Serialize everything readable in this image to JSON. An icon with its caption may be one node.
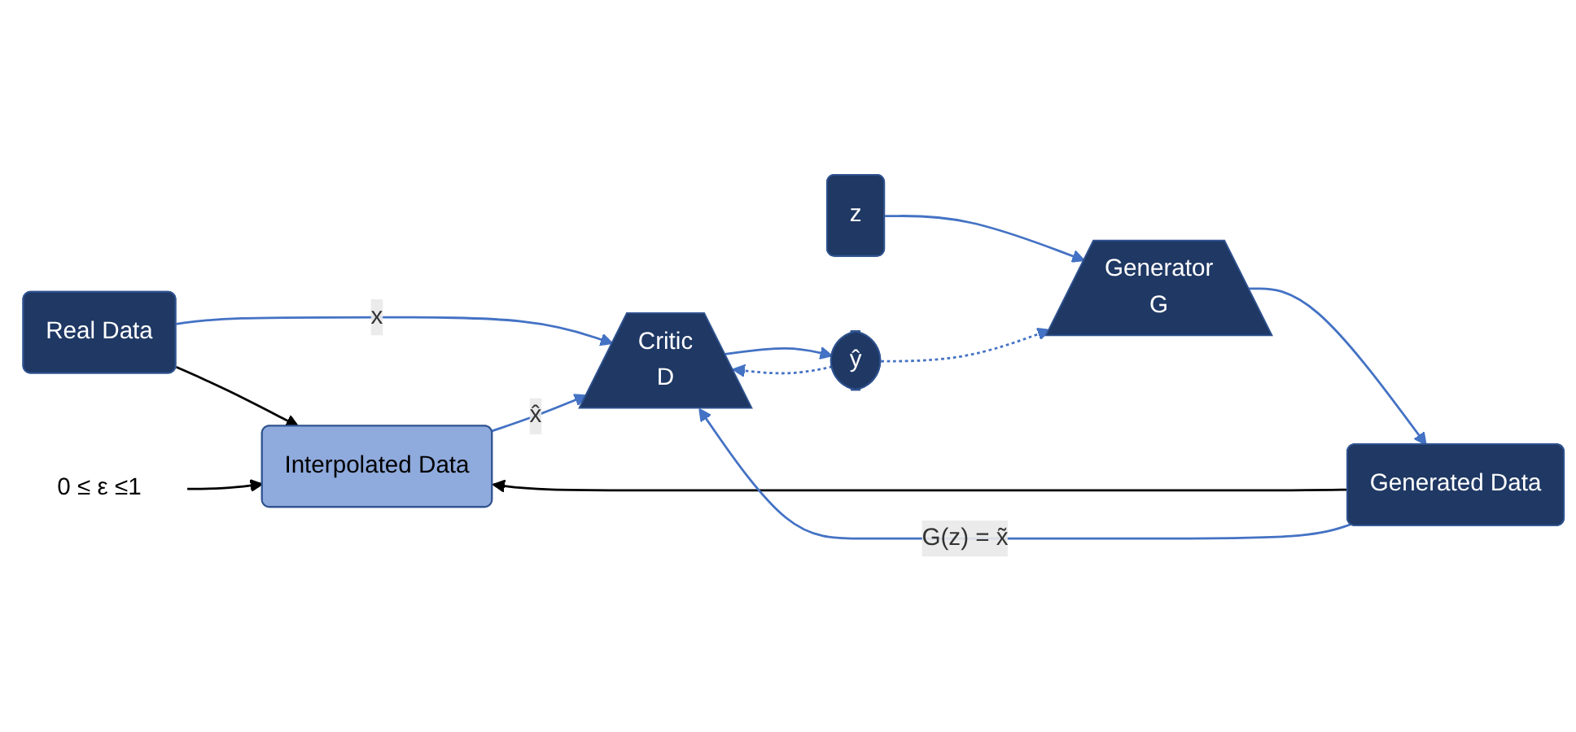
{
  "diagram": {
    "nodes": [
      {
        "text": [
          "Real Data"
        ]
      },
      {
        "text": [
          "0 ≤ ε ≤1"
        ]
      },
      {
        "text": [
          "Interpolated Data"
        ]
      },
      {
        "text": [
          "z"
        ]
      },
      {
        "text": [
          "Generator",
          "G"
        ]
      },
      {
        "text": [
          "Generated Data"
        ]
      },
      {
        "text": [
          "Critic",
          "D"
        ]
      },
      {
        "text": [
          "ŷ"
        ]
      }
    ],
    "edges": [
      {
        "from": 3,
        "to": 4,
        "arrow": "to"
      },
      {
        "from": 4,
        "to": 5,
        "arrow": "to"
      },
      {
        "from": 0,
        "to": 2,
        "arrow": "to",
        "color": "#000000"
      },
      {
        "from": 1,
        "to": 2,
        "arrow": "to",
        "color": "#000000"
      },
      {
        "from": 5,
        "to": 2,
        "arrow": "to",
        "color": "#000000"
      },
      {
        "from": 0,
        "to": 6,
        "arrow": "to",
        "label": "x"
      },
      {
        "from": 2,
        "to": 6,
        "arrow": "to",
        "label": "x̂"
      },
      {
        "from": 5,
        "to": 6,
        "arrow": "to",
        "label": "G(z) = x̃"
      },
      {
        "from": 6,
        "to": 7,
        "arrow": "to"
      },
      {
        "from": 7,
        "to": 6,
        "arrow": "to",
        "style": "dashed"
      },
      {
        "from": 7,
        "to": 4,
        "arrow": "to",
        "style": "dashed"
      }
    ]
  }
}
